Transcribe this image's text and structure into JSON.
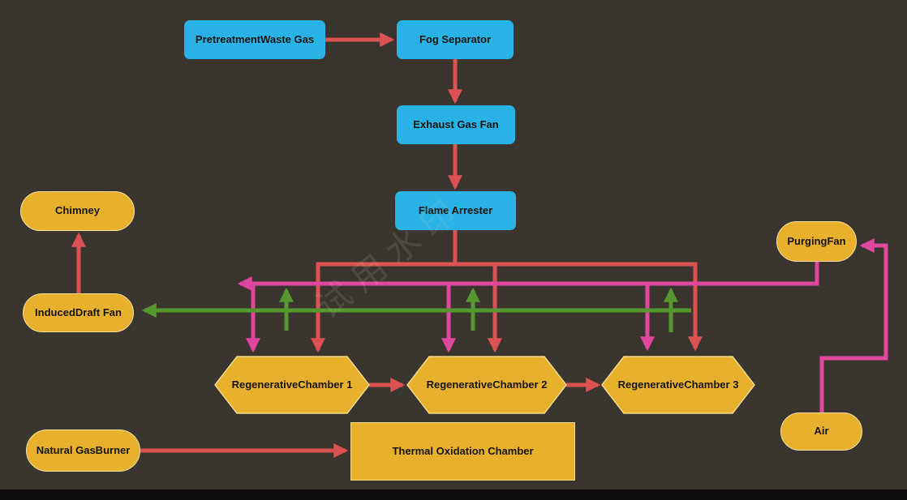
{
  "diagram": {
    "watermark": "试用水印",
    "colors": {
      "background": "#3B352F",
      "process_fill": "#28B2E6",
      "node_fill": "#E8B02B",
      "node_border": "#F3DFA4",
      "flow_red": "#DC5252",
      "flow_magenta": "#DE479D",
      "flow_green": "#55962E",
      "label_text": "#161410"
    },
    "nodes": {
      "pretreatment_waste_gas": {
        "label": "PretreatmentWaste Gas",
        "shape": "rect-blue"
      },
      "fog_separator": {
        "label": "Fog Separator",
        "shape": "rect-blue"
      },
      "exhaust_gas_fan": {
        "label": "Exhaust Gas Fan",
        "shape": "rect-blue"
      },
      "flame_arrester": {
        "label": "Flame Arrester",
        "shape": "rect-blue"
      },
      "chimney": {
        "label": "Chimney",
        "shape": "stadium-yellow"
      },
      "induced_draft_fan": {
        "label": "InducedDraft Fan",
        "shape": "stadium-yellow"
      },
      "purging_fan": {
        "label": "PurgingFan",
        "shape": "stadium-yellow"
      },
      "air": {
        "label": "Air",
        "shape": "stadium-yellow"
      },
      "natural_gas_burner": {
        "label": "Natural GasBurner",
        "shape": "stadium-yellow"
      },
      "regenerative_chamber_1": {
        "label": "RegenerativeChamber 1",
        "shape": "hexagon-yellow"
      },
      "regenerative_chamber_2": {
        "label": "RegenerativeChamber 2",
        "shape": "hexagon-yellow"
      },
      "regenerative_chamber_3": {
        "label": "RegenerativeChamber 3",
        "shape": "hexagon-yellow"
      },
      "thermal_oxidation_chamber": {
        "label": "Thermal Oxidation Chamber",
        "shape": "rect-yellow"
      }
    },
    "edges": [
      {
        "from": "pretreatment_waste_gas",
        "to": "fog_separator",
        "color": "red"
      },
      {
        "from": "fog_separator",
        "to": "exhaust_gas_fan",
        "color": "red"
      },
      {
        "from": "exhaust_gas_fan",
        "to": "flame_arrester",
        "color": "red"
      },
      {
        "from": "flame_arrester",
        "to": "regenerative_chamber_1",
        "color": "red"
      },
      {
        "from": "flame_arrester",
        "to": "regenerative_chamber_2",
        "color": "red"
      },
      {
        "from": "flame_arrester",
        "to": "regenerative_chamber_3",
        "color": "red"
      },
      {
        "from": "regenerative_chamber_1",
        "to": "regenerative_chamber_2",
        "color": "red"
      },
      {
        "from": "regenerative_chamber_2",
        "to": "regenerative_chamber_3",
        "color": "red"
      },
      {
        "from": "induced_draft_fan",
        "to": "chimney",
        "color": "red"
      },
      {
        "from": "natural_gas_burner",
        "to": "thermal_oxidation_chamber",
        "color": "red"
      },
      {
        "from": "purging_fan",
        "to": "regenerative_chamber_1",
        "color": "magenta"
      },
      {
        "from": "purging_fan",
        "to": "regenerative_chamber_2",
        "color": "magenta"
      },
      {
        "from": "purging_fan",
        "to": "regenerative_chamber_3",
        "color": "magenta"
      },
      {
        "from": "air",
        "to": "purging_fan",
        "color": "magenta"
      },
      {
        "from": "regenerative_chamber_1",
        "to": "induced_draft_fan",
        "color": "green"
      },
      {
        "from": "regenerative_chamber_2",
        "to": "induced_draft_fan",
        "color": "green"
      },
      {
        "from": "regenerative_chamber_3",
        "to": "induced_draft_fan",
        "color": "green"
      }
    ]
  }
}
